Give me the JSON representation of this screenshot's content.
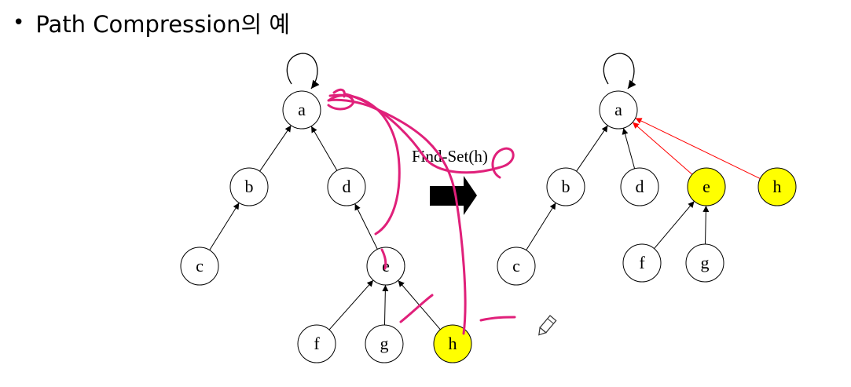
{
  "title": {
    "bullet": "•",
    "text": "Path Compression의 예"
  },
  "operation_label": "Find-Set(h)",
  "colors": {
    "highlight": "#ffff00",
    "annotation": "#e0207a",
    "compressed_edge": "#ff0000",
    "edge": "#000000"
  },
  "before_tree": {
    "nodes": [
      {
        "id": "a",
        "label": "a",
        "highlighted": false
      },
      {
        "id": "b",
        "label": "b",
        "highlighted": false
      },
      {
        "id": "d",
        "label": "d",
        "highlighted": false
      },
      {
        "id": "c",
        "label": "c",
        "highlighted": false
      },
      {
        "id": "e",
        "label": "e",
        "highlighted": false
      },
      {
        "id": "f",
        "label": "f",
        "highlighted": false
      },
      {
        "id": "g",
        "label": "g",
        "highlighted": false
      },
      {
        "id": "h",
        "label": "h",
        "highlighted": true
      }
    ],
    "parent_edges": [
      [
        "b",
        "a"
      ],
      [
        "d",
        "a"
      ],
      [
        "c",
        "b"
      ],
      [
        "e",
        "d"
      ],
      [
        "f",
        "e"
      ],
      [
        "g",
        "e"
      ],
      [
        "h",
        "e"
      ]
    ],
    "root_self_loop": "a"
  },
  "after_tree": {
    "nodes": [
      {
        "id": "a",
        "label": "a",
        "highlighted": false
      },
      {
        "id": "b",
        "label": "b",
        "highlighted": false
      },
      {
        "id": "d",
        "label": "d",
        "highlighted": false
      },
      {
        "id": "e",
        "label": "e",
        "highlighted": true
      },
      {
        "id": "h",
        "label": "h",
        "highlighted": true
      },
      {
        "id": "c",
        "label": "c",
        "highlighted": false
      },
      {
        "id": "f",
        "label": "f",
        "highlighted": false
      },
      {
        "id": "g",
        "label": "g",
        "highlighted": false
      }
    ],
    "parent_edges": [
      [
        "b",
        "a"
      ],
      [
        "d",
        "a"
      ],
      [
        "c",
        "b"
      ],
      [
        "f",
        "e"
      ],
      [
        "g",
        "e"
      ]
    ],
    "compressed_edges": [
      [
        "e",
        "a"
      ],
      [
        "h",
        "a"
      ]
    ],
    "root_self_loop": "a"
  },
  "icons": {
    "cursor": "pencil-cursor-icon",
    "arrow": "right-arrow-icon"
  }
}
